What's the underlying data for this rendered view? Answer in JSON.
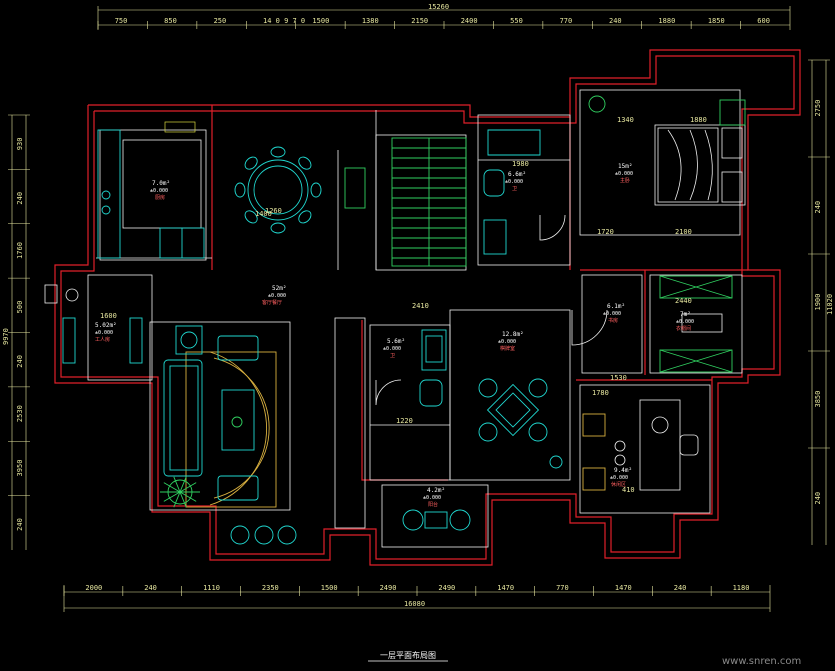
{
  "drawing": {
    "title": "一层平面布局图",
    "watermark": "www.snren.com",
    "dims": {
      "top_total": "15260",
      "top_parts": [
        "750",
        "850",
        "250",
        "14 0 9 7 0",
        "1500",
        "1380",
        "2150",
        "2400",
        "550",
        "770",
        "240",
        "1880",
        "1850",
        "600"
      ],
      "bottom_total": "16080",
      "bottom_parts": [
        "2000",
        "240",
        "1110",
        "2350",
        "1500",
        "2490",
        "2490",
        "1470",
        "770",
        "1470",
        "240",
        "1180"
      ],
      "left_total": "9970",
      "left_parts": [
        "930",
        "240",
        "1760",
        "500",
        "240",
        "2530",
        "3950",
        "240"
      ],
      "right_total": "11020",
      "right_parts": [
        "2750",
        "240",
        "1900",
        "3850",
        "240"
      ]
    },
    "rooms": [
      {
        "id": "kitchen",
        "area": "7.0m²",
        "elev": "±0.000",
        "name": "厨房"
      },
      {
        "id": "living",
        "area": "52m²",
        "elev": "±0.000",
        "name": "客厅餐厅"
      },
      {
        "id": "room-left",
        "area": "5.02m²",
        "elev": "±0.000",
        "name": "工人房"
      },
      {
        "id": "bath1",
        "area": "6.6m²",
        "elev": "±0.000",
        "name": "卫"
      },
      {
        "id": "master",
        "area": "15m²",
        "elev": "±0.000",
        "name": "主卧"
      },
      {
        "id": "small1",
        "area": "6.1m²",
        "elev": "±0.000",
        "name": "书房"
      },
      {
        "id": "cloak",
        "area": "7m²",
        "elev": "±0.000",
        "name": "衣帽间"
      },
      {
        "id": "bath2",
        "area": "5.6m²",
        "elev": "±0.000",
        "name": "卫"
      },
      {
        "id": "study",
        "area": "12.8m²",
        "elev": "±0.000",
        "name": "棋牌室"
      },
      {
        "id": "balcony",
        "area": "4.2m²",
        "elev": "±0.000",
        "name": "阳台"
      },
      {
        "id": "garden",
        "area": "9.4m²",
        "elev": "±0.000",
        "name": "休闲区"
      }
    ],
    "inner_dims": [
      "1400",
      "1880",
      "1980",
      "1340",
      "2100",
      "1260",
      "1600",
      "1720",
      "2440",
      "1530",
      "1220",
      "1780",
      "410",
      "2410"
    ]
  }
}
